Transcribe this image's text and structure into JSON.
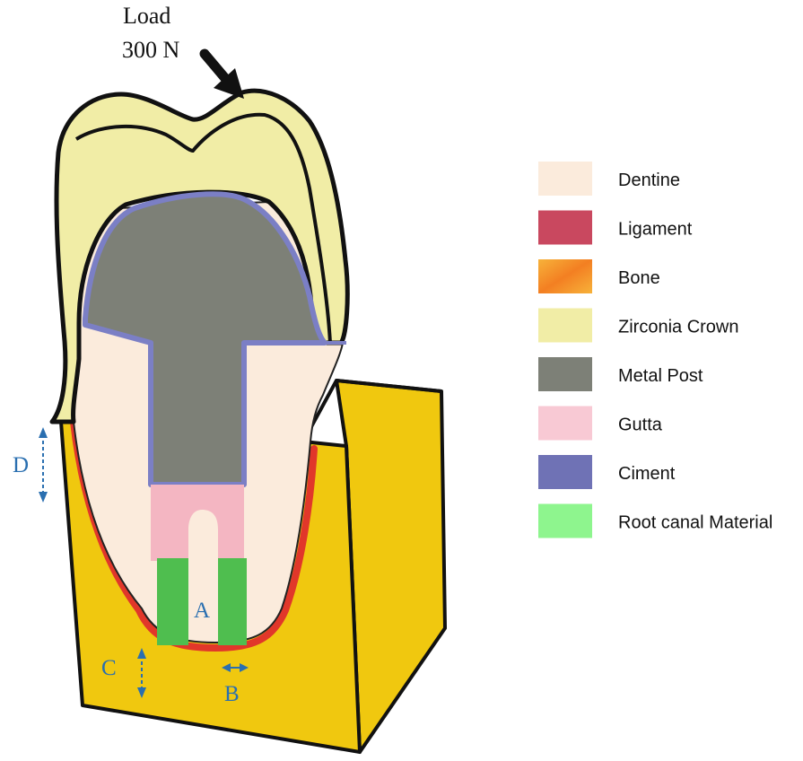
{
  "load": {
    "line1": "Load",
    "line2": "300 N"
  },
  "dimensions": {
    "A": "A",
    "B": "B",
    "C": "C",
    "D": "D"
  },
  "legend": [
    {
      "label": "Dentine",
      "color": "#fbebdc"
    },
    {
      "label": "Ligament",
      "color": "#c9485f"
    },
    {
      "label": "Bone",
      "color": "#f59a2a"
    },
    {
      "label": "Zirconia Crown",
      "color": "#f1eda6"
    },
    {
      "label": "Metal Post",
      "color": "#7d8077"
    },
    {
      "label": "Gutta",
      "color": "#f8c9d4"
    },
    {
      "label": "Ciment",
      "color": "#6f72b5"
    },
    {
      "label": "Root canal Material",
      "color": "#8ef58e"
    }
  ]
}
